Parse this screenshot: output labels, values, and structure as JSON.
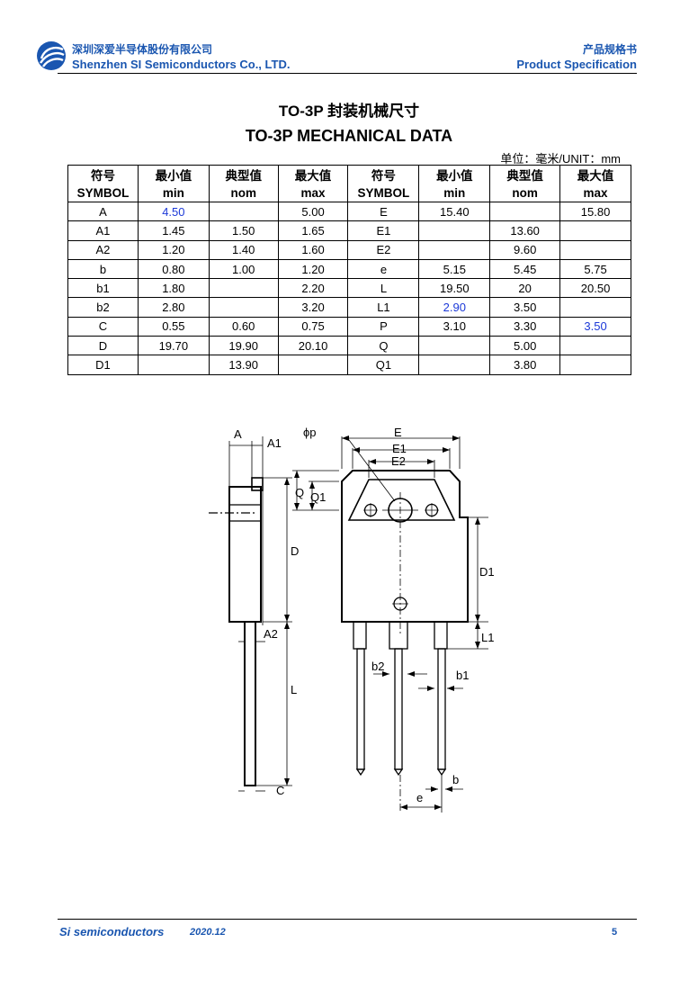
{
  "header": {
    "company_cn": "深圳深爱半导体股份有限公司",
    "company_en": "Shenzhen SI Semiconductors Co., LTD.",
    "doc_type_cn": "产品规格书",
    "doc_type_en": "Product Specification",
    "brand_color": "#1a56b0",
    "logo_icon": "company-logo-icon"
  },
  "title": {
    "cn": "TO-3P  封装机械尺寸",
    "en": "TO-3P MECHANICAL DATA"
  },
  "unit_label": "单位：毫米/UNIT：mm",
  "table": {
    "headers_cn": [
      "符号",
      "最小值",
      "典型值",
      "最大值",
      "符号",
      "最小值",
      "典型值",
      "最大值"
    ],
    "headers_en": [
      "SYMBOL",
      "min",
      "nom",
      "max",
      "SYMBOL",
      "min",
      "nom",
      "max"
    ],
    "rows": [
      [
        "A",
        "4.50",
        "",
        "5.00",
        "E",
        "15.40",
        "",
        "15.80"
      ],
      [
        "A1",
        "1.45",
        "1.50",
        "1.65",
        "E1",
        "",
        "13.60",
        ""
      ],
      [
        "A2",
        "1.20",
        "1.40",
        "1.60",
        "E2",
        "",
        "9.60",
        ""
      ],
      [
        "b",
        "0.80",
        "1.00",
        "1.20",
        "e",
        "5.15",
        "5.45",
        "5.75"
      ],
      [
        "b1",
        "1.80",
        "",
        "2.20",
        "L",
        "19.50",
        "20",
        "20.50"
      ],
      [
        "b2",
        "2.80",
        "",
        "3.20",
        "L1",
        "2.90",
        "3.50",
        ""
      ],
      [
        "C",
        "0.55",
        "0.60",
        "0.75",
        "P",
        "3.10",
        "3.30",
        "3.50"
      ],
      [
        "D",
        "19.70",
        "19.90",
        "20.10",
        "Q",
        "",
        "5.00",
        ""
      ],
      [
        "D1",
        "",
        "13.90",
        "",
        "Q1",
        "",
        "3.80",
        ""
      ]
    ],
    "highlight_color": "#1c39d8"
  },
  "drawing": {
    "labels": {
      "A": "A",
      "A1": "A1",
      "A2": "A2",
      "D": "D",
      "L": "L",
      "C": "C",
      "Q": "Q",
      "Q1": "Q1",
      "P": "ϕp",
      "E": "E",
      "E1": "E1",
      "E2": "E2",
      "D1": "D1",
      "L1": "L1",
      "b1": "b1",
      "b2": "b2",
      "b": "b",
      "e": "e"
    }
  },
  "footer": {
    "company": "Si semiconductors",
    "date": "2020.12",
    "page": "5"
  }
}
